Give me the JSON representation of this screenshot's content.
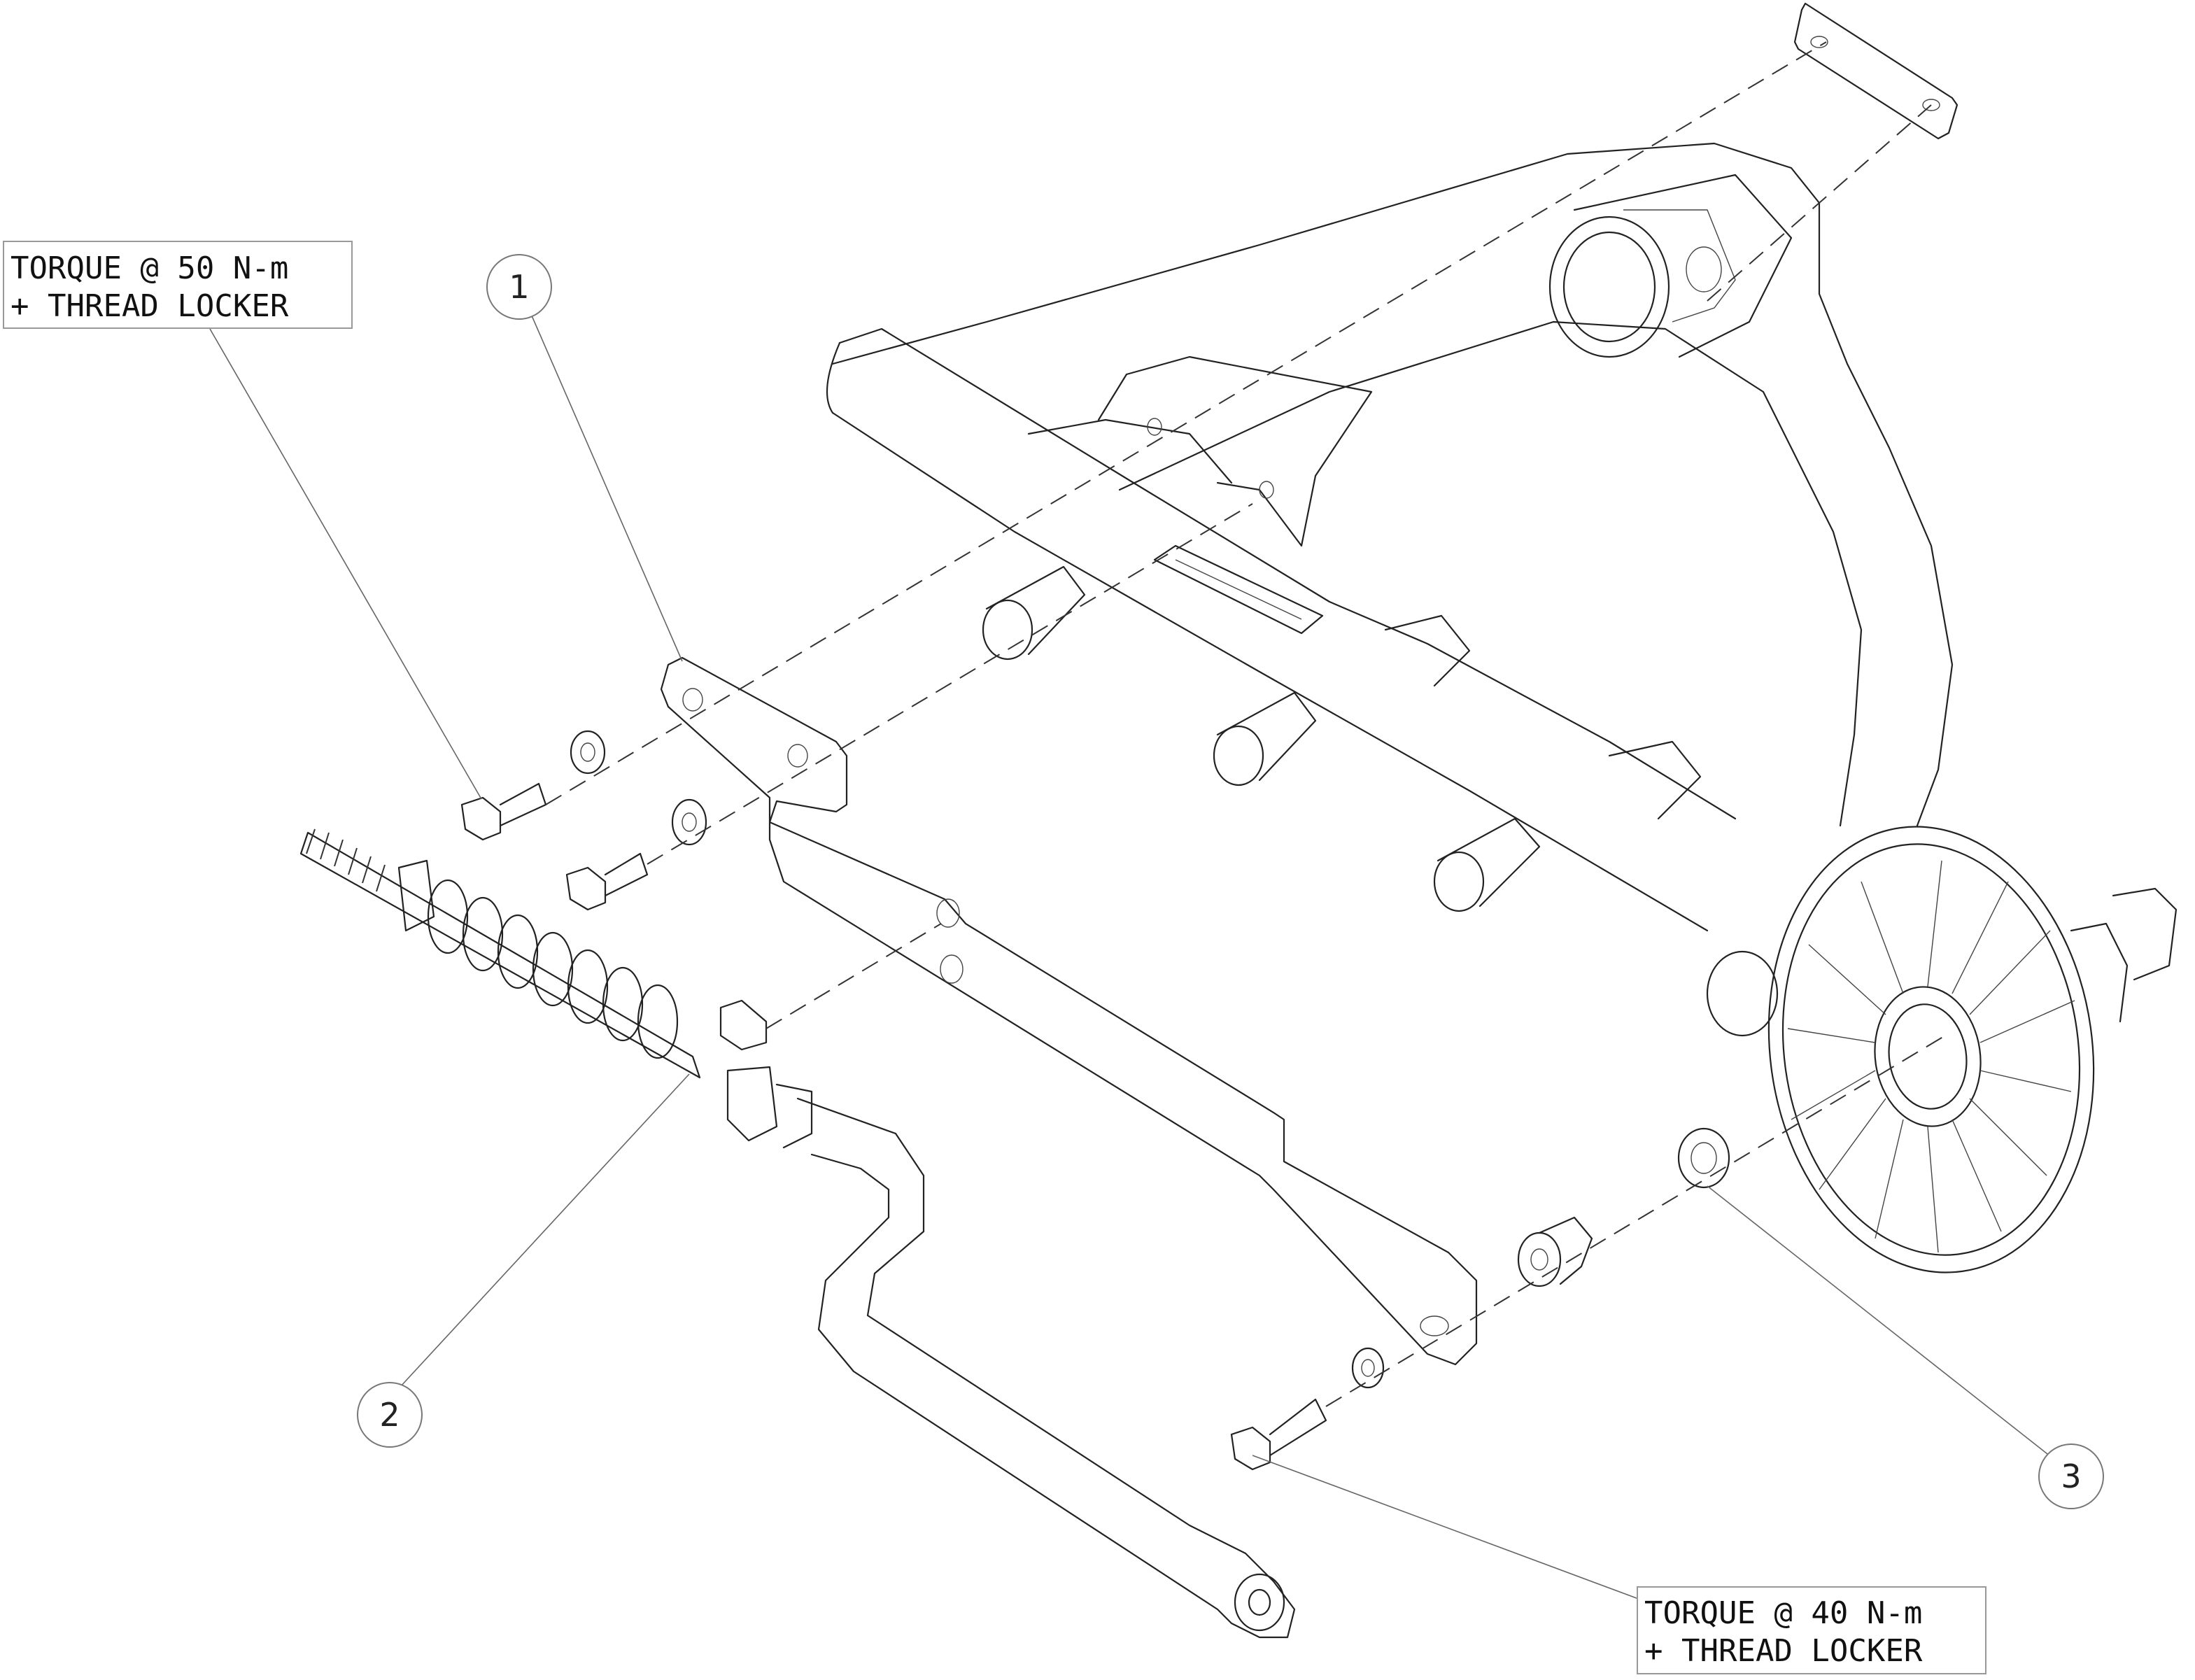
{
  "callouts": [
    {
      "id": "1",
      "label": "1"
    },
    {
      "id": "2",
      "label": "2"
    },
    {
      "id": "3",
      "label": "3"
    }
  ],
  "notes": {
    "torque_50": {
      "line1": "TORQUE @ 50 N-m",
      "line2": "+ THREAD LOCKER"
    },
    "torque_40": {
      "line1": "TORQUE @ 40 N-m",
      "line2": "+ THREAD LOCKER"
    }
  }
}
